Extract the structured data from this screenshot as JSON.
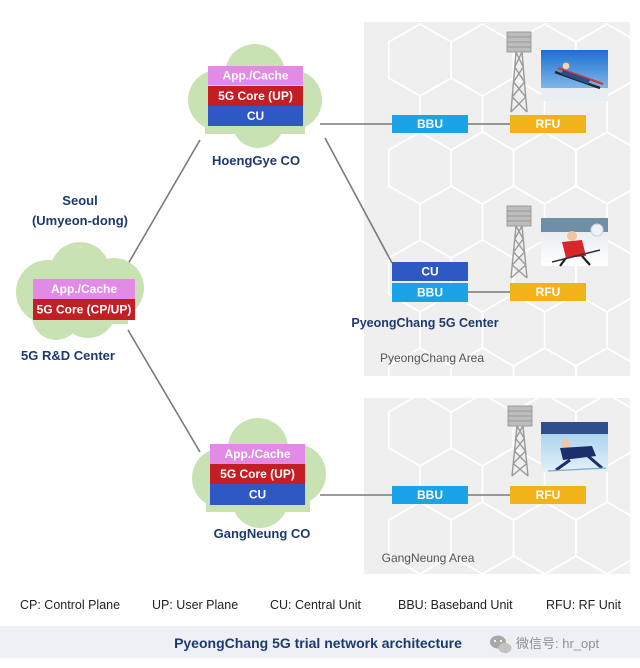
{
  "colors": {
    "app_cache": "#e28ae6",
    "core": "#c41e25",
    "cu": "#2e58c4",
    "bbu": "#1aa3e6",
    "rfu": "#f2b318",
    "cloud": "#c8e2b3",
    "title_text": "#1d3a6e"
  },
  "seoul": {
    "city": "Seoul",
    "district": "(Umyeon-dong)",
    "center_label": "5G R&D Center",
    "app_cache": "App./Cache",
    "core": "5G Core (CP/UP)"
  },
  "hoenggye": {
    "label": "HoengGye CO",
    "app_cache": "App./Cache",
    "core": "5G Core (UP)",
    "cu": "CU",
    "bbu": "BBU",
    "rfu": "RFU"
  },
  "pyeongchang": {
    "center_label": "PyeongChang 5G Center",
    "area_label": "PyeongChang Area",
    "cu": "CU",
    "bbu": "BBU",
    "rfu": "RFU"
  },
  "gangneung": {
    "label": "GangNeung CO",
    "area_label": "GangNeung Area",
    "app_cache": "App./Cache",
    "core": "5G Core (UP)",
    "cu": "CU",
    "bbu": "BBU",
    "rfu": "RFU"
  },
  "photos": [
    {
      "icon": "ski-jump-photo-icon"
    },
    {
      "icon": "skier-photo-icon"
    },
    {
      "icon": "speed-skater-photo-icon"
    }
  ],
  "legend": [
    "CP: Control Plane",
    "UP: User Plane",
    "CU: Central Unit",
    "BBU: Baseband Unit",
    "RFU: RF Unit"
  ],
  "caption": "PyeongChang 5G trial network architecture",
  "watermark": "微信号: hr_opt"
}
